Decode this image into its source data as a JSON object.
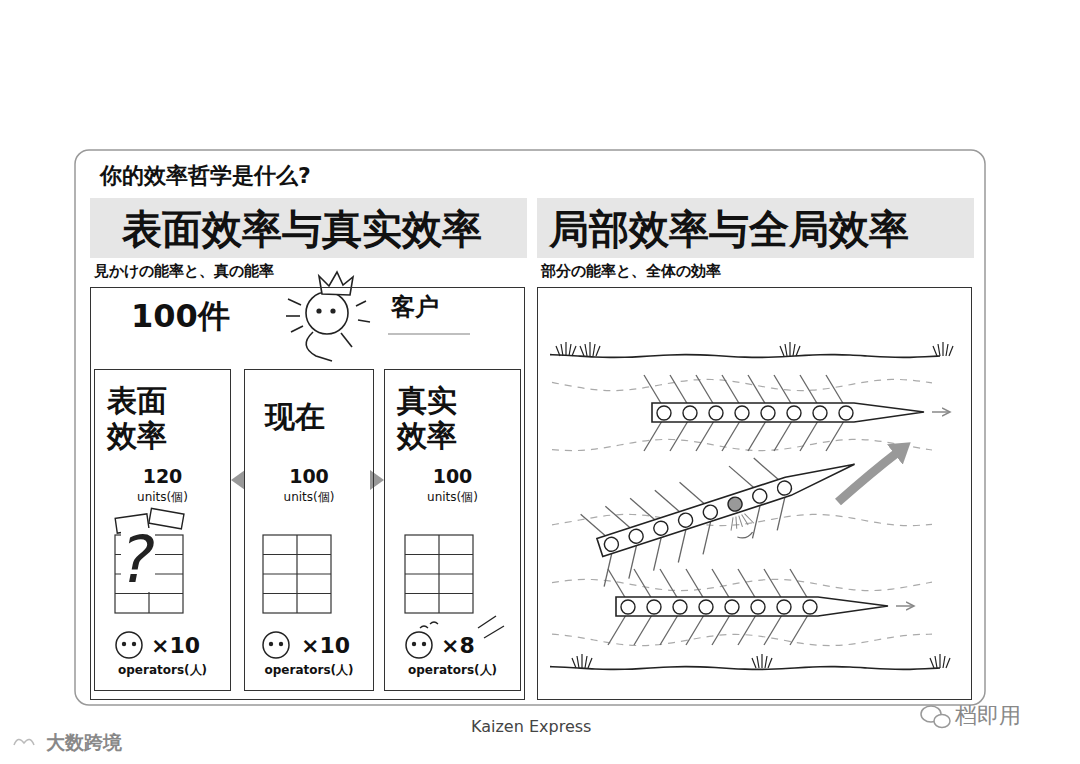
{
  "diagram": {
    "title": "你的效率哲学是什么?",
    "nodes": [
      {
        "text": [
          "表面效率与真实效率"
        ]
      },
      {
        "text": [
          "局部效率与全局效率"
        ]
      },
      {
        "text": [
          "見かけの能率と、真の能率",
          "100件",
          "客户"
        ]
      },
      {
        "text": [
          "表面效率",
          "120",
          "units(個)",
          "×10",
          "operators(人)"
        ],
        "in": 2
      },
      {
        "text": [
          "现在",
          "100",
          "units(個)",
          "×10",
          "operators(人)"
        ],
        "in": 2
      },
      {
        "text": [
          "真实效率",
          "100",
          "units(個)",
          "×8",
          "operators(人)"
        ],
        "in": 2
      },
      {
        "text": [
          "部分の能率と、全体の効率"
        ]
      }
    ],
    "edges": [
      {
        "from": 4,
        "to": 3,
        "arrow": "to"
      },
      {
        "from": 4,
        "to": 5,
        "arrow": "to"
      }
    ],
    "labels": [
      "?",
      "Kaizen Express",
      "大数跨境",
      "档即用"
    ]
  }
}
